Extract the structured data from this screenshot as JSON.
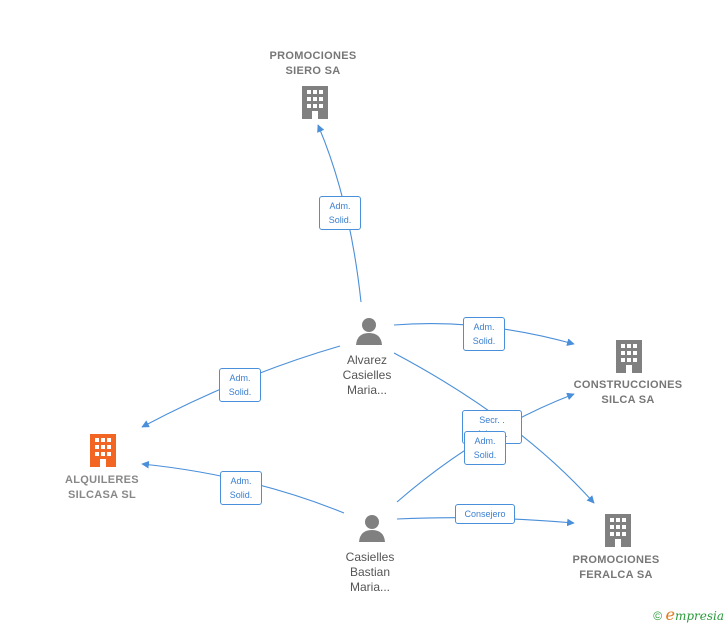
{
  "nodes": {
    "promociones_siero": {
      "line1": "PROMOCIONES",
      "line2": "SIERO SA"
    },
    "construcciones_silca": {
      "line1": "CONSTRUCCIONES",
      "line2": "SILCA SA"
    },
    "alquileres_silcasa": {
      "line1": "ALQUILERES",
      "line2": "SILCASA SL"
    },
    "promociones_feralca": {
      "line1": "PROMOCIONES",
      "line2": "FERALCA SA"
    },
    "alvarez": {
      "line1": "Alvarez",
      "line2": "Casielles",
      "line3": "Maria..."
    },
    "casielles": {
      "line1": "Casielles",
      "line2": "Bastian",
      "line3": "Maria..."
    }
  },
  "edges": {
    "alvarez_siero": {
      "line1": "Adm.",
      "line2": "Solid."
    },
    "alvarez_construcciones": {
      "line1": "Adm.",
      "line2": "Solid."
    },
    "alvarez_alquileres": {
      "line1": "Adm.",
      "line2": "Solid."
    },
    "alvarez_feralca": {
      "line1": "Secr. .",
      "line2": "Adm. ..."
    },
    "casielles_construcciones": {
      "line1": "Adm.",
      "line2": "Solid."
    },
    "casielles_alquileres": {
      "line1": "Adm.",
      "line2": "Solid."
    },
    "casielles_feralca": {
      "line1": "Consejero"
    }
  },
  "footer": {
    "copyright": "©",
    "brand_initial": "e",
    "brand_rest": "mpresia"
  },
  "colors": {
    "edge": "#4a8fd9",
    "company_icon": "#808080",
    "focus_company_icon": "#f26522",
    "person_icon": "#808080"
  }
}
